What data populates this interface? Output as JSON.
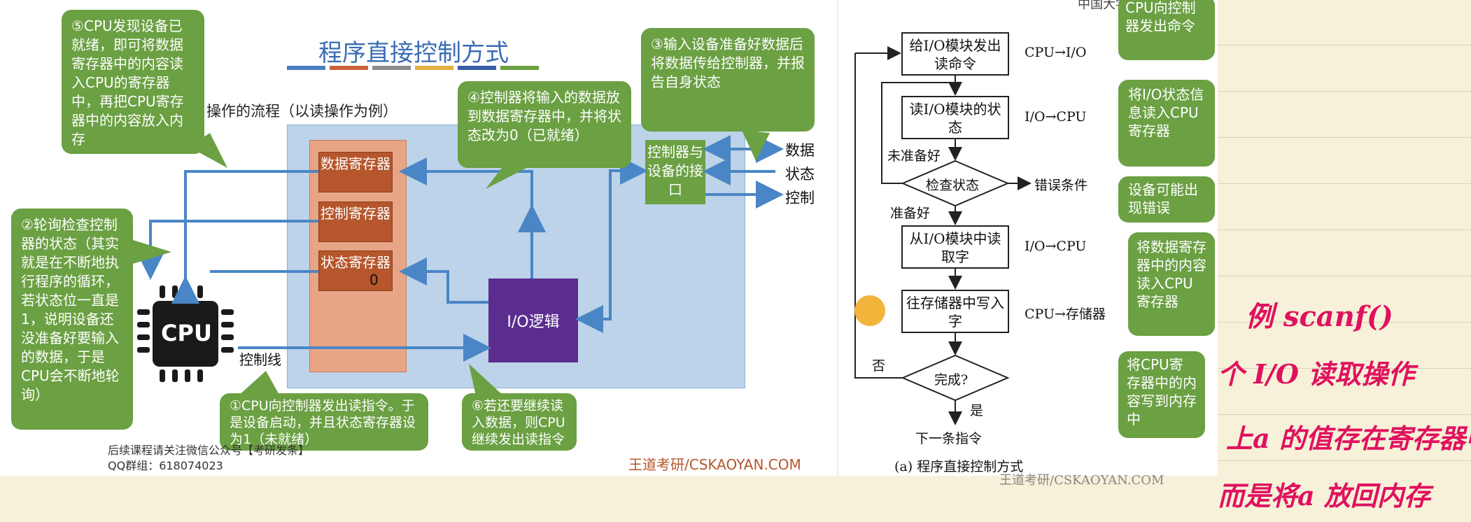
{
  "slide": {
    "title": "程序直接控制方式",
    "flow_heading": "操作的流程（以读操作为例）",
    "flow_heading_highlight": "读操作",
    "watermark_mooc": "中国大学MOOC",
    "footer_brand": "王道考研/CSKAOYAN.COM",
    "footer_note": "后续课程请关注微信公众号【考研发条】",
    "footer_qq": "QQ群组：618074023",
    "title_bar_colors": [
      "#4a7fbf",
      "#c8643c",
      "#8c8c8c",
      "#e0b040",
      "#3a5ca8",
      "#6ba043"
    ],
    "controller": {
      "data_reg": "数据寄存器",
      "ctrl_reg": "控制寄存器",
      "status_reg": "状态寄存器",
      "status_value": "0",
      "io_logic": "I/O逻辑",
      "interface": "控制器与设备的接口"
    },
    "cpu_label": "CPU",
    "control_line": "控制线",
    "device_signals": [
      "数据",
      "状态",
      "控制"
    ],
    "bubbles": {
      "b1": "①CPU向控制器发出读指令。于是设备启动，并且状态寄存器设为1（未就绪）",
      "b2": "②轮询检查控制器的状态（其实就是在不断地执行程序的循环，若状态位一直是1，说明设备还没准备好要输入的数据，于是CPU会不断地轮询）",
      "b3": "③输入设备准备好数据后将数据传给控制器，并报告自身状态",
      "b4": "④控制器将输入的数据放到数据寄存器中，并将状态改为0（已就绪）",
      "b5": "⑤CPU发现设备已就绪，即可将数据寄存器中的内容读入CPU的寄存器中，再把CPU寄存器中的内容放入内存",
      "b6": "⑥若还要继续读入数据，则CPU继续发出读指令"
    }
  },
  "flowchart": {
    "steps": [
      "给I/O模块发出读命令",
      "读I/O模块的状态",
      "检查状态",
      "从I/O模块中读取字",
      "往存储器中写入字",
      "完成?",
      "下一条指令"
    ],
    "edge_labels": [
      "CPU→I/O",
      "I/O→CPU",
      "错误条件",
      "I/O→CPU",
      "CPU→存储器"
    ],
    "branch_labels": {
      "not_ready": "未准备好",
      "ready": "准备好",
      "no": "否",
      "yes": "是"
    },
    "caption": "(a) 程序直接控制方式",
    "watermark_top": "中国大学MOOC",
    "footer_brand": "王道考研/CSKAOYAN.COM",
    "side_notes": [
      "CPU向控制器发出命令",
      "将I/O状态信息读入CPU寄存器",
      "设备可能出现错误",
      "将数据寄存器中的内容读入CPU寄存器",
      "将CPU寄存器中的内容写到内存中"
    ]
  },
  "handwriting": [
    "例 scanf()",
    "个 I/O 读取操作",
    "上a 的值存在寄存器中",
    "而是将a 放回内存"
  ]
}
